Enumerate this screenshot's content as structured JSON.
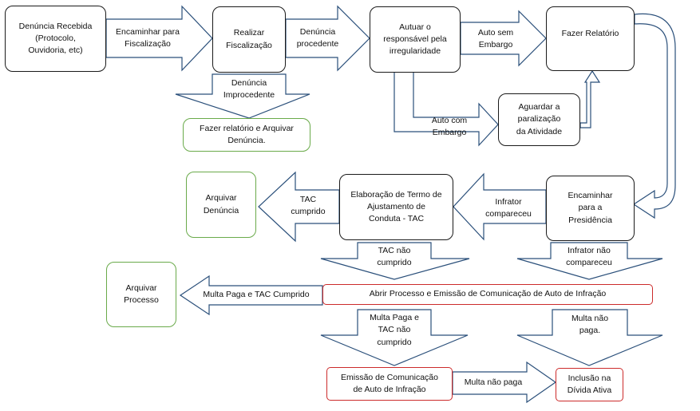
{
  "boxes": {
    "denuncia_recebida": "Denúncia Recebida\n(Protocolo,\nOuvidoria, etc)",
    "realizar_fiscalizacao": "Realizar\nFiscalização",
    "autuar_responsavel": "Autuar o\nresponsável pela\nirregularidade",
    "fazer_relatorio": "Fazer Relatório",
    "fazer_relatorio_arquivar": "Fazer relatório e Arquivar\nDenúncia.",
    "aguardar_paralizacao": "Aguardar a\nparalização\nda Atividade",
    "arquivar_denuncia": "Arquivar\nDenúncia",
    "elaboracao_tac": "Elaboração de Termo de\nAjustamento de\nConduta - TAC",
    "encaminhar_presidencia": "Encaminhar\npara a\nPresidência",
    "arquivar_processo": "Arquivar\nProcesso",
    "abrir_processo": "Abrir Processo e Emissão de Comunicação de Auto de Infração",
    "emissao_comunicacao": "Emissão de Comunicação\nde Auto de Infração",
    "inclusao_divida": "Inclusão na\nDívida Ativa"
  },
  "arrows": {
    "encaminhar_fiscalizacao": "Encaminhar para\nFiscalização",
    "denuncia_procedente": "Denúncia\nprocedente",
    "auto_sem_embargo": "Auto sem\nEmbargo",
    "denuncia_improcedente": "Denúncia\nImprocedente",
    "auto_com_embargo": "Auto com\nEmbargo",
    "tac_cumprido": "TAC\ncumprido",
    "infrator_compareceu": "Infrator\ncompareceu",
    "tac_nao_cumprido": "TAC não\ncumprido",
    "infrator_nao_compareceu": "Infrator não\ncompareceu",
    "multa_paga_tac_cumprido": "Multa Paga  e TAC Cumprido",
    "multa_paga_tac_nao_cumprido": "Multa Paga e\nTAC não\ncumprido",
    "multa_nao_paga_down": "Multa não\npaga.",
    "multa_nao_paga_right": "Multa não paga"
  }
}
